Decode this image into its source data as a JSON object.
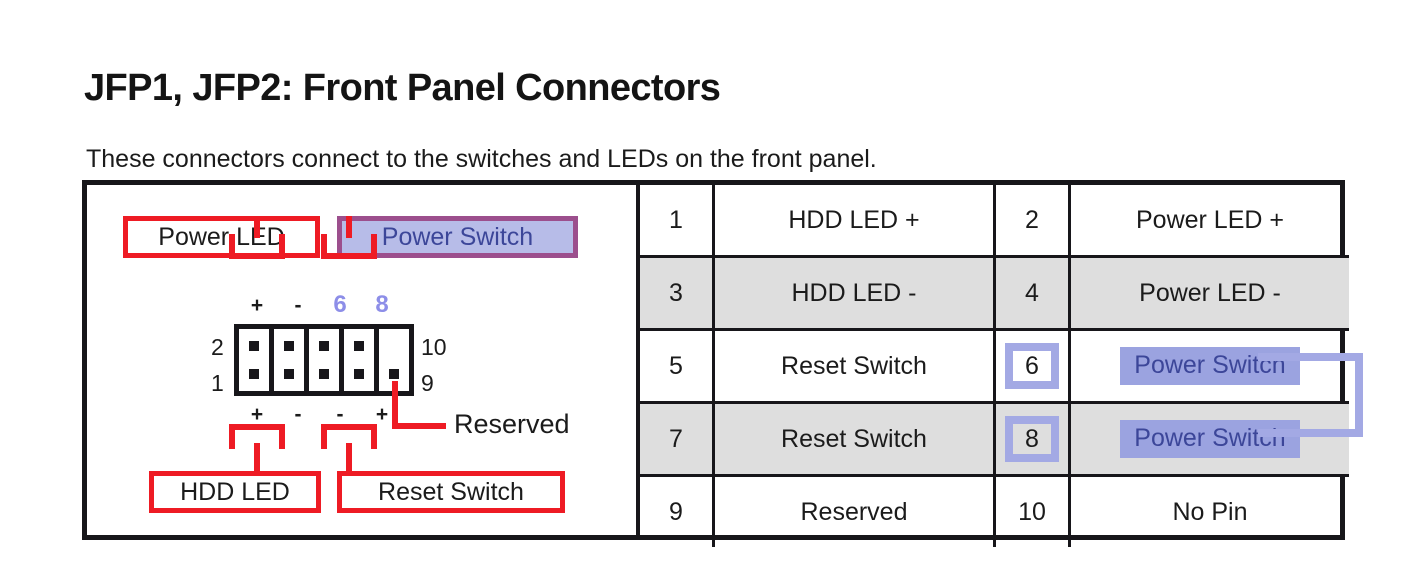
{
  "page": {
    "title": "JFP1, JFP2: Front Panel Connectors",
    "subtitle": "These connectors connect to the switches and LEDs on the front panel."
  },
  "diagram": {
    "callouts": {
      "power_led": "Power LED",
      "power_switch": "Power Switch",
      "hdd_led": "HDD LED",
      "reset_switch": "Reset Switch",
      "reserved": "Reserved"
    },
    "top_markers": [
      "+",
      "-",
      "6",
      "8"
    ],
    "bottom_markers": [
      "+",
      "-",
      "-",
      "+"
    ],
    "header_numbers": {
      "top_left": "2",
      "bottom_left": "1",
      "top_right": "10",
      "bottom_right": "9"
    },
    "pin_cells": [
      {
        "top": true,
        "bottom": true
      },
      {
        "top": true,
        "bottom": true
      },
      {
        "top": true,
        "bottom": true
      },
      {
        "top": true,
        "bottom": true
      },
      {
        "top": false,
        "bottom": true
      }
    ]
  },
  "table": {
    "rows": [
      {
        "shaded": false,
        "left_pin": "1",
        "left_desc": "HDD LED +",
        "right_pin": "2",
        "right_desc": "Power LED +",
        "left_boxed": false,
        "right_boxed": false,
        "right_highlight": false
      },
      {
        "shaded": true,
        "left_pin": "3",
        "left_desc": "HDD LED -",
        "right_pin": "4",
        "right_desc": "Power LED -",
        "left_boxed": false,
        "right_boxed": false,
        "right_highlight": false
      },
      {
        "shaded": false,
        "left_pin": "5",
        "left_desc": "Reset Switch",
        "right_pin": "6",
        "right_desc": "Power Switch",
        "left_boxed": false,
        "right_boxed": true,
        "right_highlight": true
      },
      {
        "shaded": true,
        "left_pin": "7",
        "left_desc": "Reset Switch",
        "right_pin": "8",
        "right_desc": "Power Switch",
        "left_boxed": false,
        "right_boxed": true,
        "right_highlight": true
      },
      {
        "shaded": false,
        "left_pin": "9",
        "left_desc": "Reserved",
        "right_pin": "10",
        "right_desc": "No Pin",
        "left_boxed": false,
        "right_boxed": false,
        "right_highlight": false
      }
    ]
  },
  "colors": {
    "callout_red": "#ee1b24",
    "callout_purple_border": "#9c4f8d",
    "highlight_lavender": "#9ba3e0",
    "highlight_pale": "#b7bce8",
    "box_outline_periwinkle": "#a3a9e4",
    "row_shade": "#dedede",
    "frame_black": "#17161a",
    "text_dark": "#1b1b1b",
    "periwinkle_text": "#8d8ee8"
  }
}
